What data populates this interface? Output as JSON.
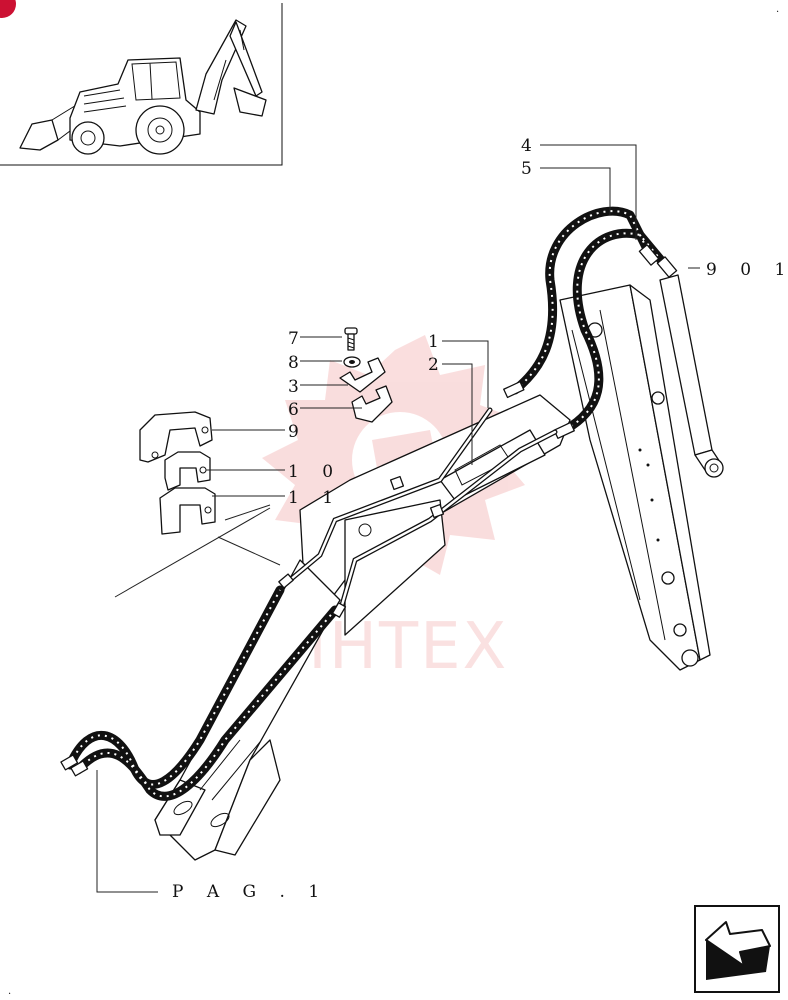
{
  "diagram": {
    "callouts": [
      {
        "id": "c1",
        "label": "1"
      },
      {
        "id": "c2",
        "label": "2"
      },
      {
        "id": "c3",
        "label": "3"
      },
      {
        "id": "c4",
        "label": "4"
      },
      {
        "id": "c5",
        "label": "5"
      },
      {
        "id": "c6",
        "label": "6"
      },
      {
        "id": "c7",
        "label": "7"
      },
      {
        "id": "c8",
        "label": "8"
      },
      {
        "id": "c9",
        "label": "9"
      },
      {
        "id": "c10",
        "label": "1 0"
      },
      {
        "id": "c11",
        "label": "1 1"
      },
      {
        "id": "c901",
        "label": "9 0 1"
      }
    ],
    "page_reference": "P A G . 1",
    "watermark": "MHTEX",
    "colors": {
      "line": "#111111",
      "watermark": "#e86a6a",
      "badge": "#cc1133",
      "nav_fill": "#111111"
    },
    "icons": {
      "thumbnail": "backhoe-loader-thumbnail",
      "nav": "next-page-arrow-icon"
    }
  }
}
